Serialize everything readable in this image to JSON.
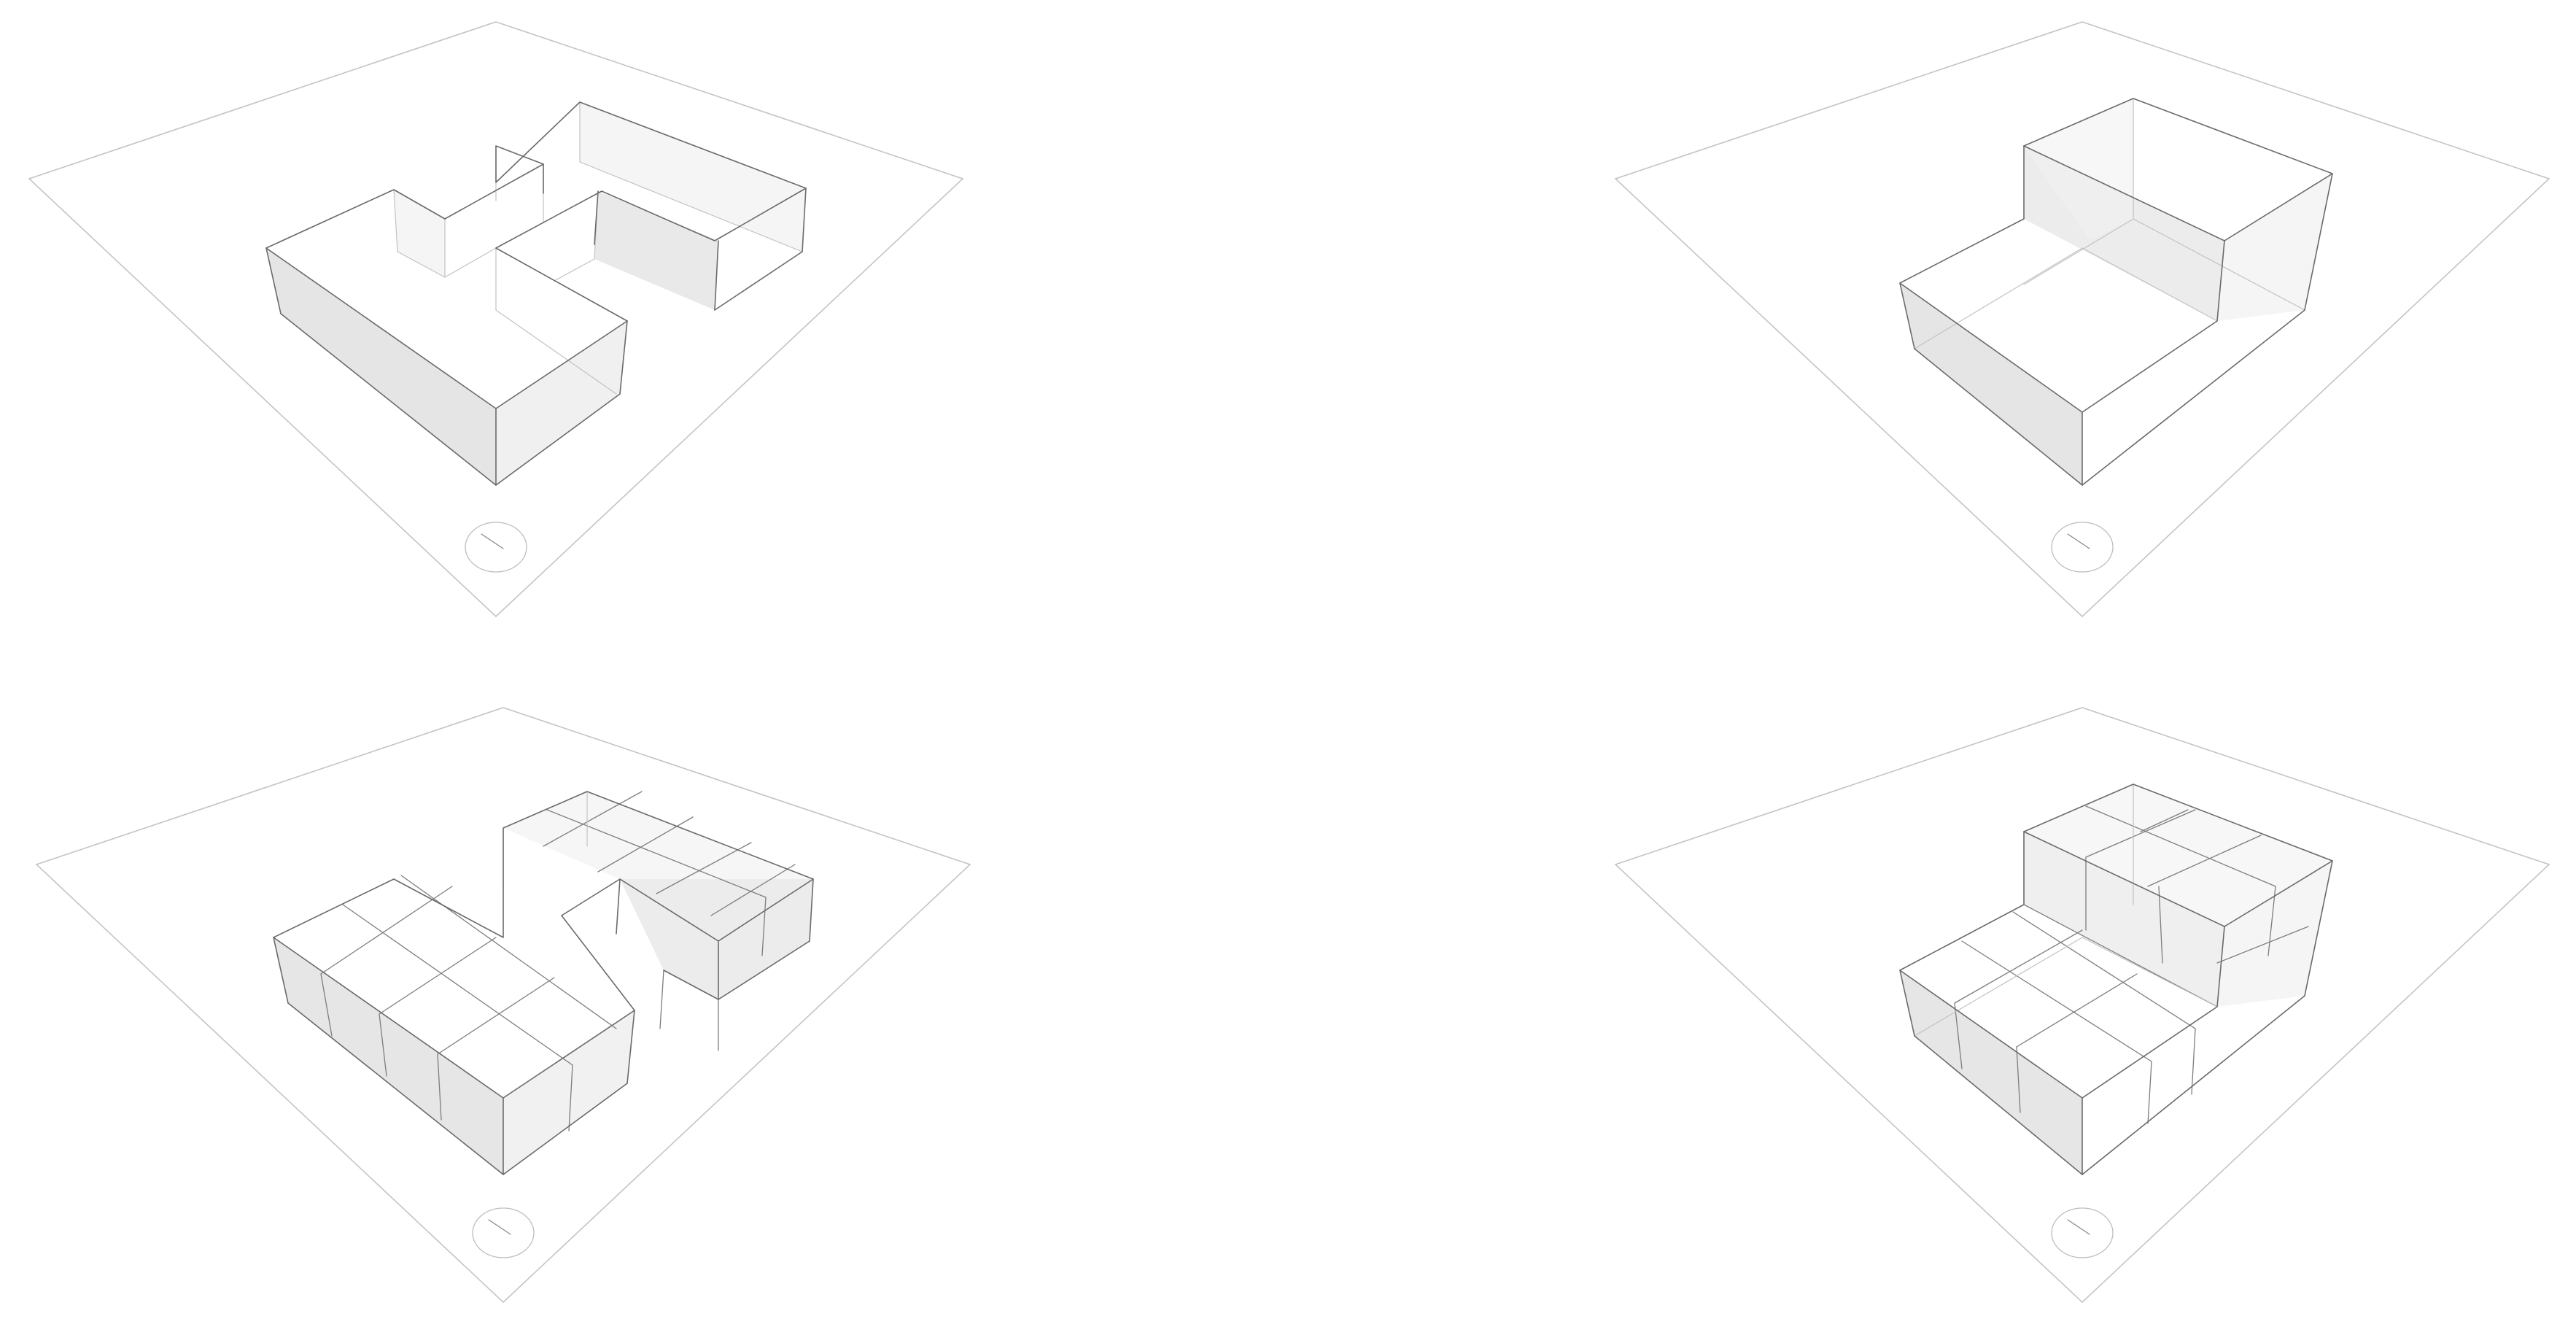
{
  "panels": [
    {
      "id": "massing-h-solid",
      "form": "h-shape",
      "subdivided": false,
      "icon": "north-arrow-icon"
    },
    {
      "id": "massing-stepped-solid",
      "form": "stepped",
      "subdivided": false,
      "icon": "north-arrow-icon"
    },
    {
      "id": "massing-h-grid",
      "form": "h-shape",
      "subdivided": true,
      "icon": "north-arrow-icon"
    },
    {
      "id": "massing-stepped-grid",
      "form": "stepped",
      "subdivided": true,
      "icon": "north-arrow-icon"
    }
  ],
  "colors": {
    "site_outline": "#c4c4c4",
    "front_edge": "#6a6a6a",
    "back_edge": "#c2c2c2",
    "face_shade": "#d9d9d9",
    "background": "#ffffff"
  }
}
